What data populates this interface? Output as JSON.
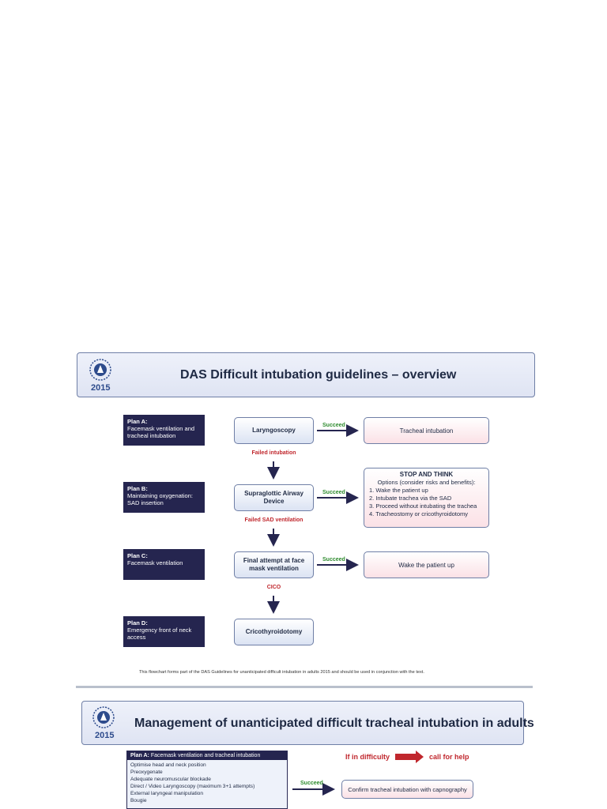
{
  "overview": {
    "title": "DAS Difficult intubation guidelines – overview",
    "year": "2015",
    "plans": [
      {
        "label": "Plan A:",
        "desc": "Facemask ventilation and tracheal intubation"
      },
      {
        "label": "Plan B:",
        "desc": "Maintaining oxygenation: SAD insertion"
      },
      {
        "label": "Plan C:",
        "desc": "Facemask ventilation"
      },
      {
        "label": "Plan D:",
        "desc": "Emergency front of neck access"
      }
    ],
    "nodes": [
      "Laryngoscopy",
      "Supraglottic Airway Device",
      "Final attempt at face mask ventilation",
      "Cricothyroidotomy"
    ],
    "succeed_label": "Succeed",
    "failures": [
      "Failed intubation",
      "Failed SAD ventilation",
      "CICO"
    ],
    "outcomes": {
      "a": "Tracheal intubation",
      "c": "Wake the patient up"
    },
    "stop_think": {
      "heading": "STOP AND THINK",
      "subheading": "Options (consider risks and benefits):",
      "options": [
        "1. Wake the patient up",
        "2. Intubate trachea via the SAD",
        "3. Proceed without intubating the trachea",
        "4. Tracheostomy or cricothyroidotomy"
      ]
    },
    "footnote": "This flowchart forms part of the DAS Guidelines for unanticipated difficult intubation in adults 2015 and should be used in conjunction with the text."
  },
  "management": {
    "title": "Management of unanticipated difficult tracheal intubation in adults",
    "year": "2015",
    "plan_a_label": "Plan A:",
    "plan_a_title": "Facemask ventilation and tracheal intubation",
    "plan_a_items": [
      "Optimise head and neck position",
      "Preoxygenate",
      "Adequate neuromuscular blockade",
      "Direct / Video Laryngoscopy (maximum 3+1 attempts)",
      "External laryngeal manipulation",
      "Bougie"
    ],
    "if_difficulty": "If in difficulty",
    "call_help": "call for help",
    "succeed_label": "Succeed",
    "confirm": "Confirm tracheal intubation with capnography"
  },
  "colors": {
    "plan_box": "#25254f",
    "succeed": "#2e8b2e",
    "failure": "#c0272d",
    "border": "#6f7fa6"
  }
}
